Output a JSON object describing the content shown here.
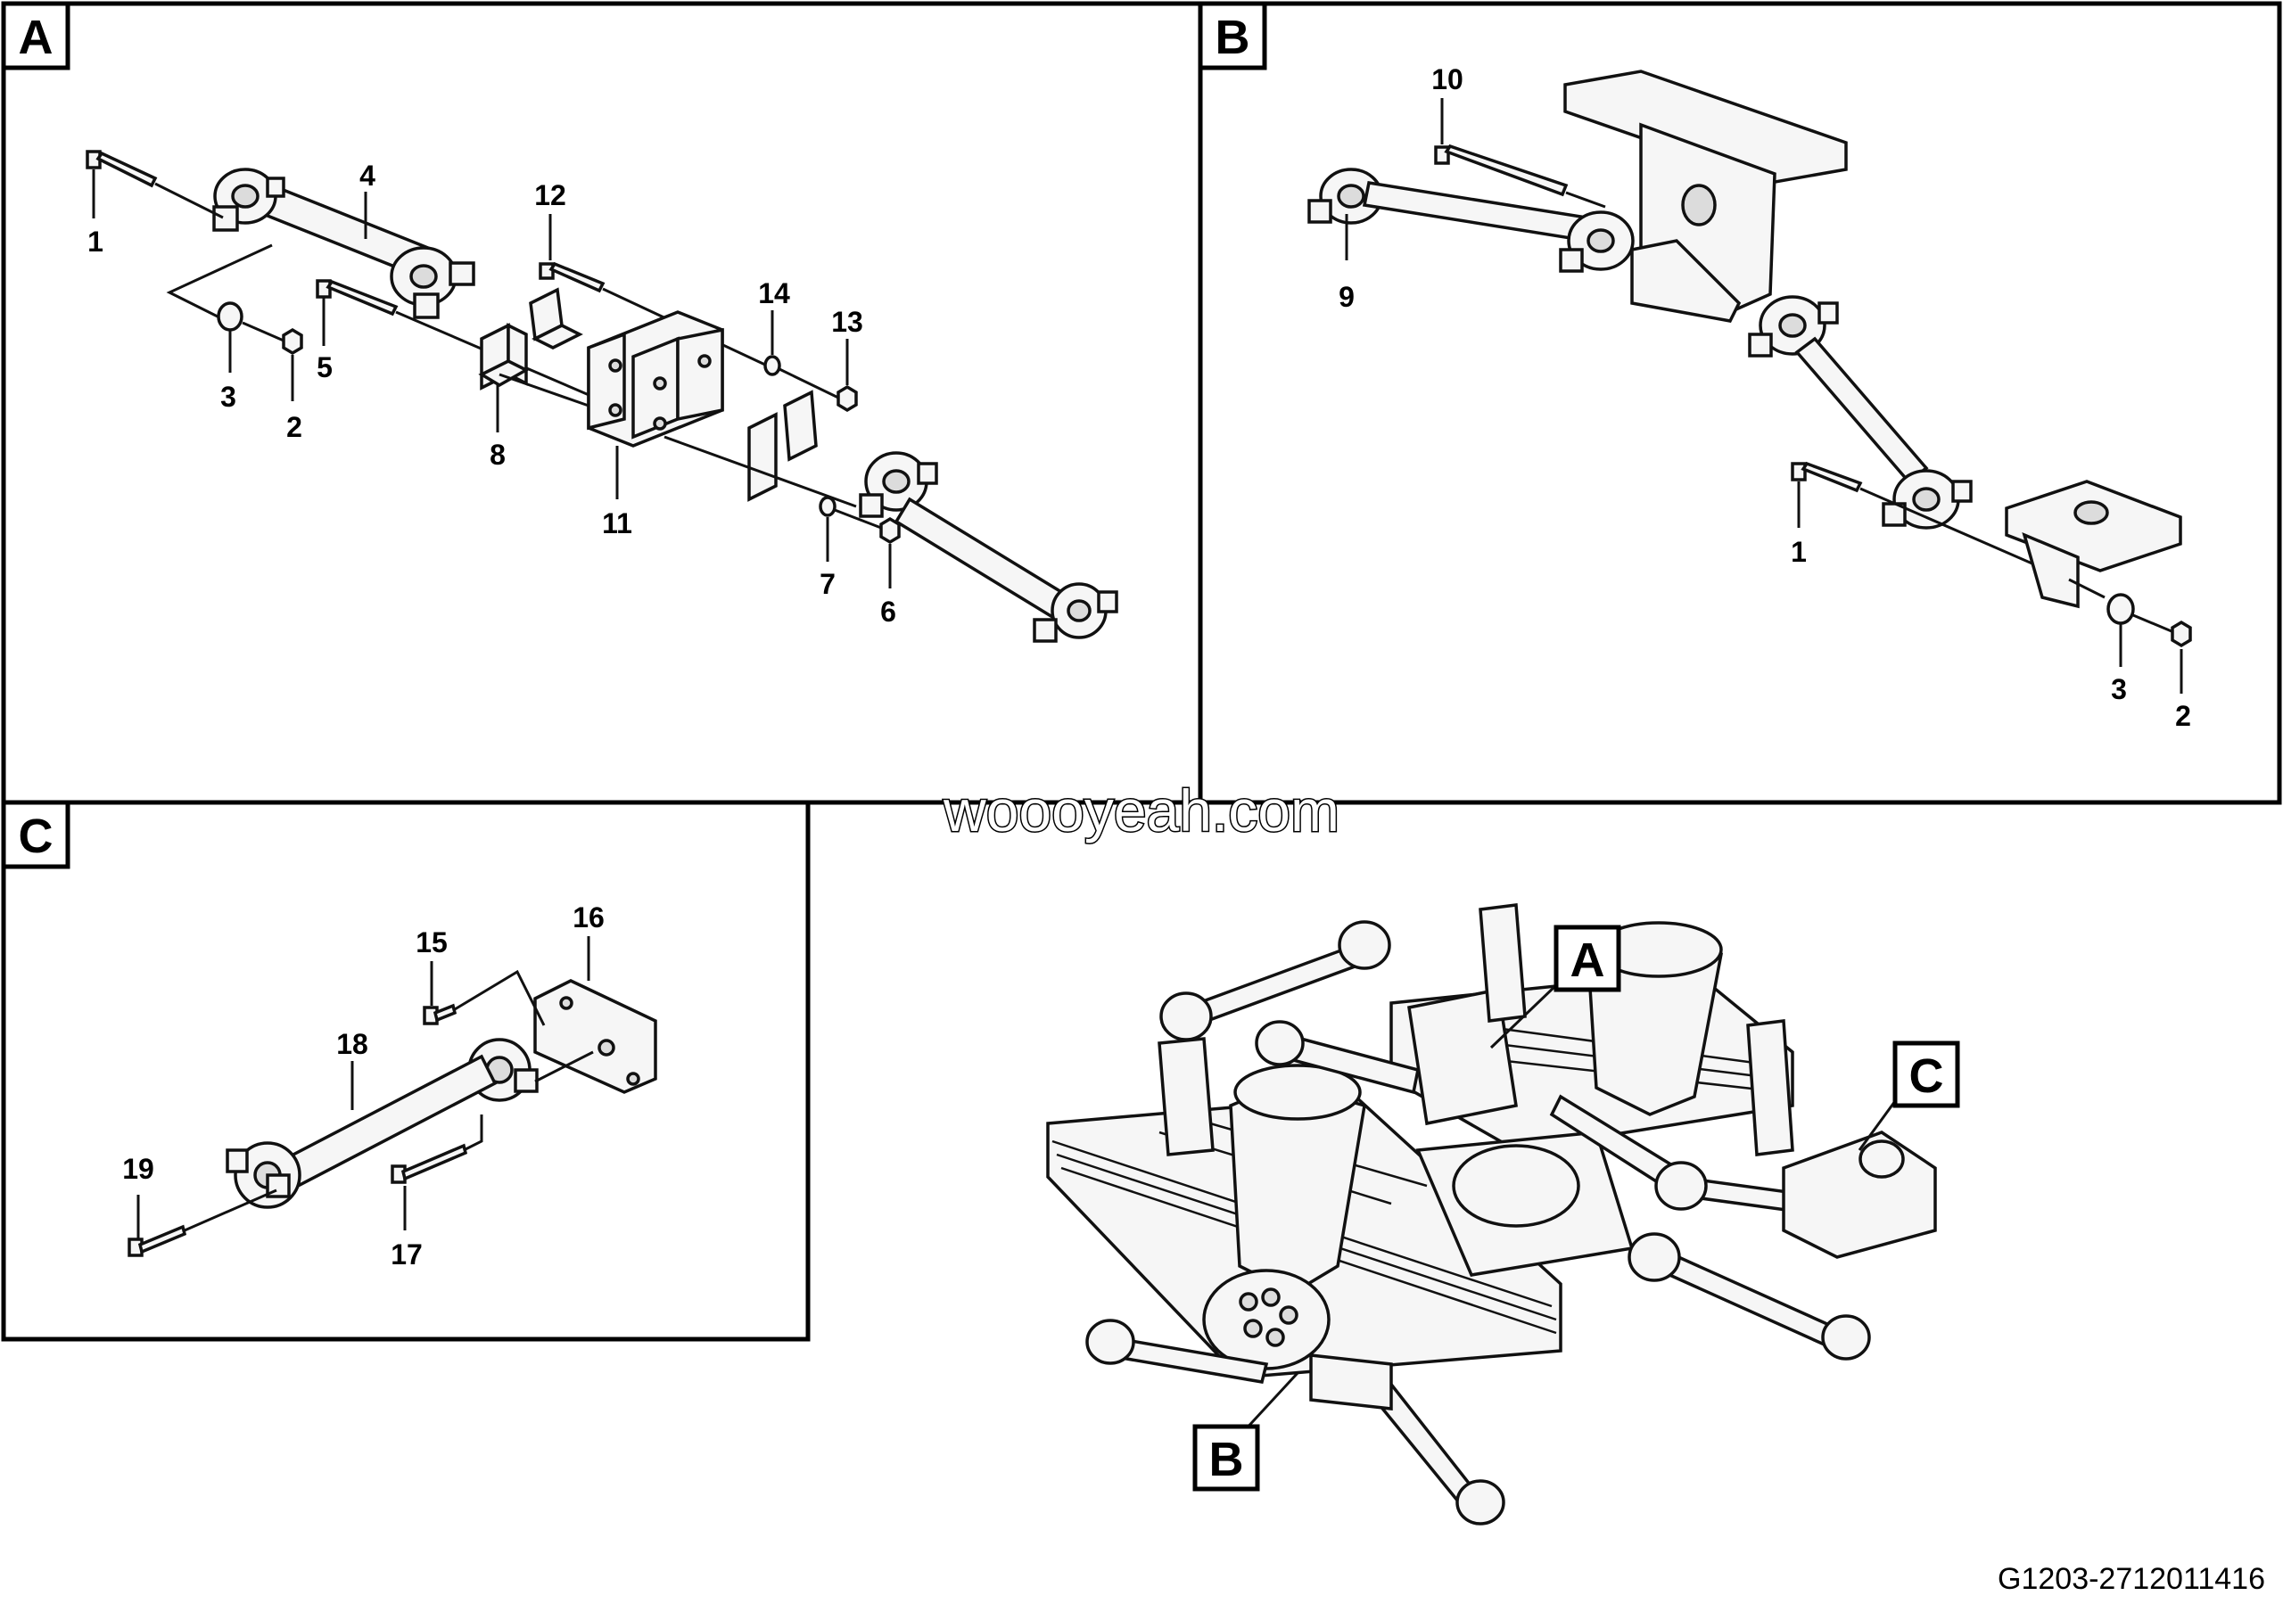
{
  "diagram": {
    "panels": [
      {
        "label": "A",
        "callouts": [
          "1",
          "4",
          "12",
          "14",
          "13",
          "3",
          "2",
          "5",
          "8",
          "11",
          "7",
          "6"
        ]
      },
      {
        "label": "B",
        "callouts": [
          "10",
          "9",
          "1",
          "3",
          "2"
        ]
      },
      {
        "label": "C",
        "callouts": [
          "15",
          "16",
          "18",
          "19",
          "17"
        ]
      }
    ],
    "overview_callouts": [
      "A",
      "B",
      "C"
    ],
    "watermark": "woooyeah.com",
    "drawing_code": "G1203-2712011416"
  }
}
